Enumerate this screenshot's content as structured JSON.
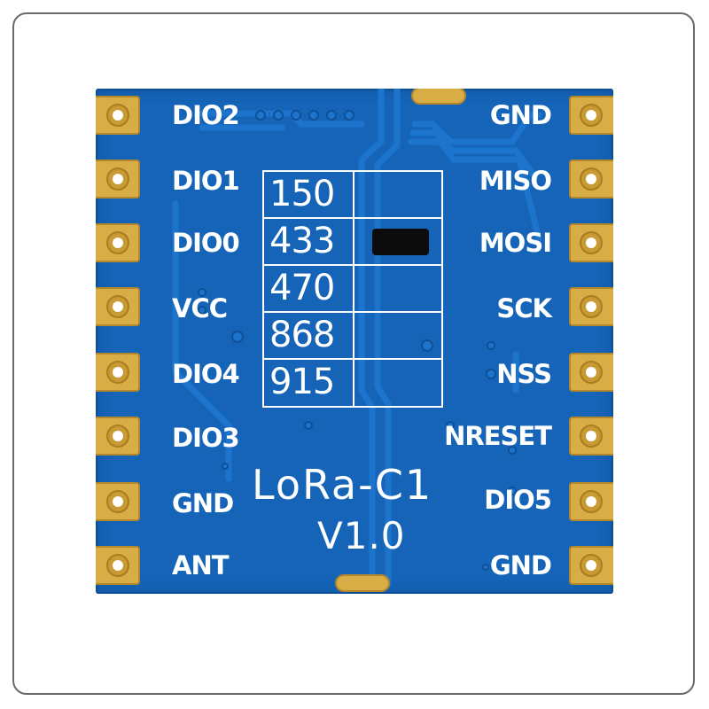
{
  "module": {
    "model": "LoRa-C1",
    "version": "V1.0",
    "board_color": "#1564b8",
    "pad_color": "#d8ad45"
  },
  "pins": {
    "left": [
      "DIO2",
      "DIO1",
      "DIO0",
      "VCC",
      "DIO4",
      "DIO3",
      "GND",
      "ANT"
    ],
    "right": [
      "GND",
      "MISO",
      "MOSI",
      "SCK",
      "NSS",
      "NRESET",
      "DIO5",
      "GND"
    ]
  },
  "frequency_table": {
    "values": [
      "150",
      "433",
      "470",
      "868",
      "915"
    ],
    "selected": "433"
  }
}
